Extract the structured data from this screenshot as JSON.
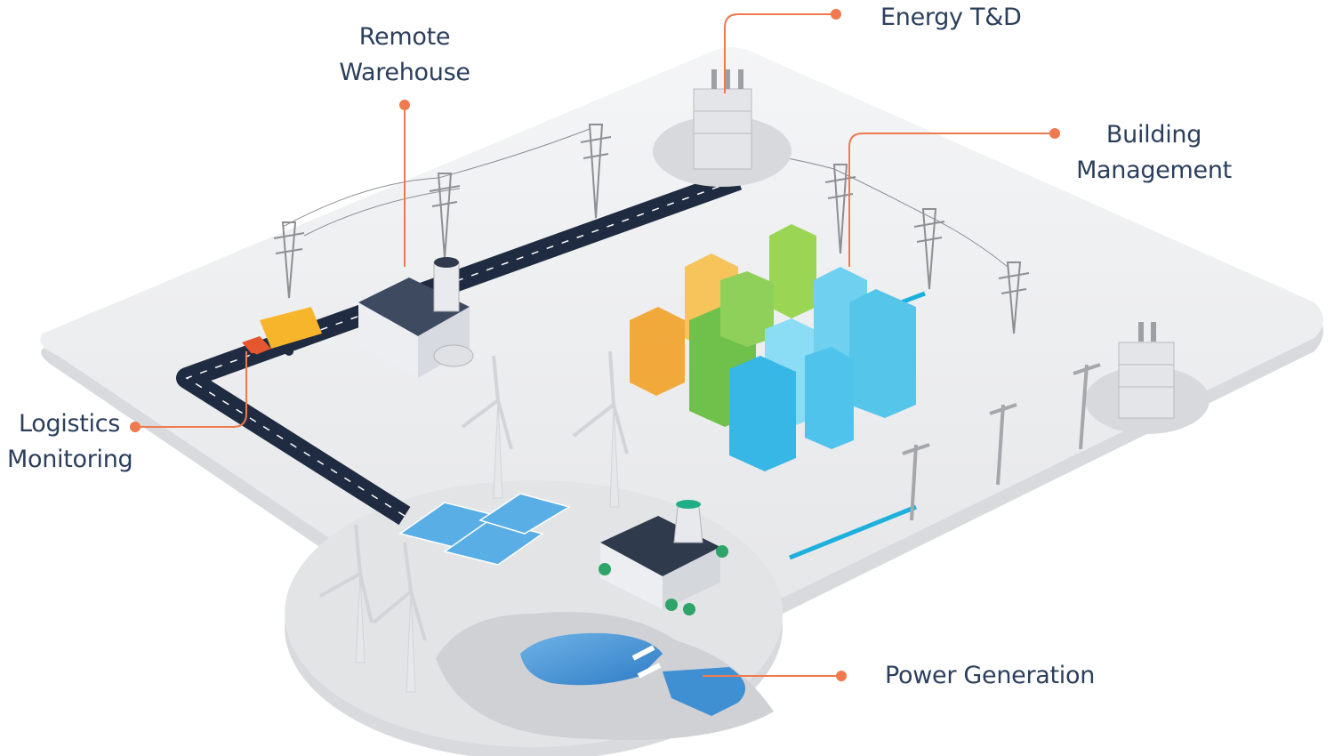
{
  "colors": {
    "leader": "#f07a4f",
    "label_text": "#2b3f5c",
    "platform": "#eeeff1",
    "road": "#1f2b40",
    "accent_line": "#1eb0dd"
  },
  "icons": [
    "power-pylon",
    "transformer",
    "factory",
    "delivery-truck",
    "wind-turbine",
    "solar-panel",
    "office-building",
    "utility-pole",
    "dam"
  ],
  "labels": {
    "energy_td": "Energy T&D",
    "remote_warehouse": [
      "Remote",
      "Warehouse"
    ],
    "building_management": [
      "Building",
      "Management"
    ],
    "logistics_monitoring": [
      "Logistics",
      "Monitoring"
    ],
    "power_generation": "Power Generation"
  }
}
